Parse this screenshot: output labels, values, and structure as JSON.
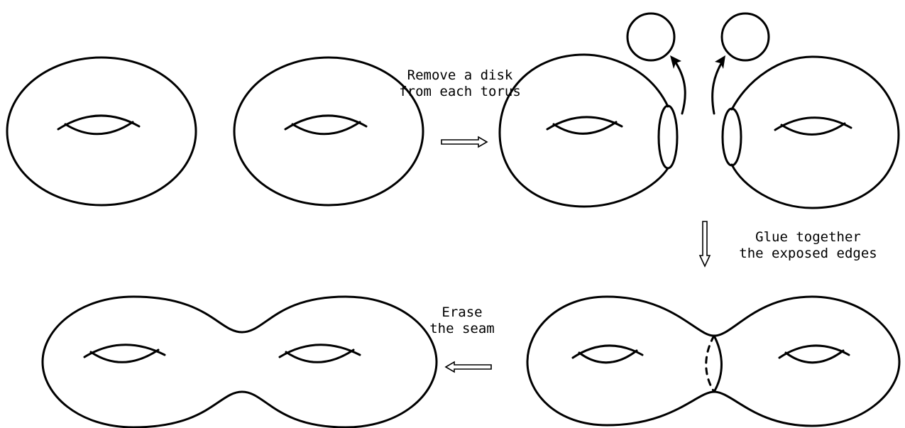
{
  "captions": {
    "remove": [
      "Remove a disk",
      "from each torus"
    ],
    "glue": [
      "Glue together",
      "the exposed edges"
    ],
    "erase": [
      "Erase",
      "the seam"
    ]
  },
  "colors": {
    "ink": "#000000",
    "paper": "#ffffff"
  },
  "arrows": {
    "step_1": "right",
    "step_2": "down",
    "step_3": "left",
    "disk_removal": "up"
  }
}
